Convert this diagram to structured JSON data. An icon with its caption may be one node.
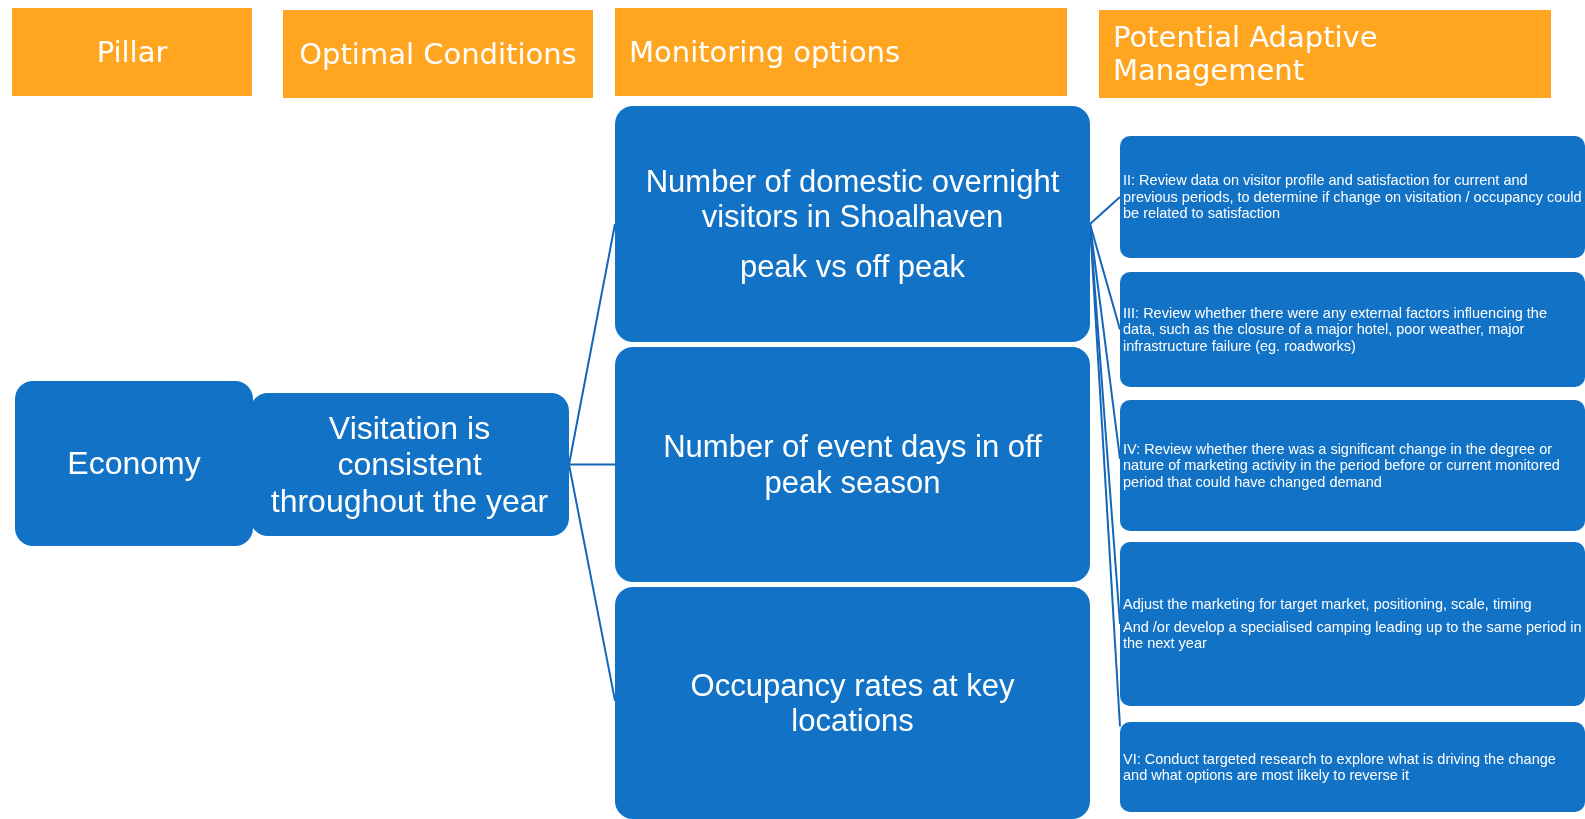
{
  "diagram": {
    "nodes": [
      {
        "text": [
          "Pillar"
        ]
      },
      {
        "text": [
          "Optimal Conditions"
        ]
      },
      {
        "text": [
          "Monitoring options"
        ]
      },
      {
        "text": [
          "Potential Adaptive Management"
        ]
      },
      {
        "text": [
          "Economy"
        ]
      },
      {
        "text": [
          "Visitation is consistent throughout the year"
        ]
      },
      {
        "text": [
          "Number of domestic overnight visitors in Shoalhaven",
          "peak vs off peak"
        ]
      },
      {
        "text": [
          "Number of event days in off peak season"
        ]
      },
      {
        "text": [
          "Occupancy rates at key locations"
        ]
      },
      {
        "text": [
          "II: Review data on visitor profile and satisfaction for current and previous periods, to determine if change on visitation / occupancy could be related to satisfaction"
        ]
      },
      {
        "text": [
          "III: Review whether there were any external factors influencing the data, such as the closure of a major hotel, poor weather, major infrastructure failure (eg. roadworks)"
        ]
      },
      {
        "text": [
          "IV: Review whether there was a significant change in the degree or nature of marketing activity in the period before or current monitored period that could have changed demand"
        ]
      },
      {
        "text": [
          "Adjust the marketing for target market, positioning, scale, timing",
          "And /or develop a specialised camping leading up to the same period in the next year"
        ]
      },
      {
        "text": [
          "VI: Conduct targeted research to explore what is driving the change and what options are most likely to reverse it"
        ]
      }
    ],
    "edges": [
      {
        "from": 5,
        "to": 6,
        "arrow": "none"
      },
      {
        "from": 5,
        "to": 7,
        "arrow": "none"
      },
      {
        "from": 5,
        "to": 8,
        "arrow": "none"
      },
      {
        "from": 6,
        "to": 9,
        "arrow": "none"
      },
      {
        "from": 6,
        "to": 10,
        "arrow": "none"
      },
      {
        "from": 6,
        "to": 11,
        "arrow": "none"
      },
      {
        "from": 6,
        "to": 12,
        "arrow": "none"
      },
      {
        "from": 6,
        "to": 13,
        "arrow": "none"
      }
    ]
  }
}
